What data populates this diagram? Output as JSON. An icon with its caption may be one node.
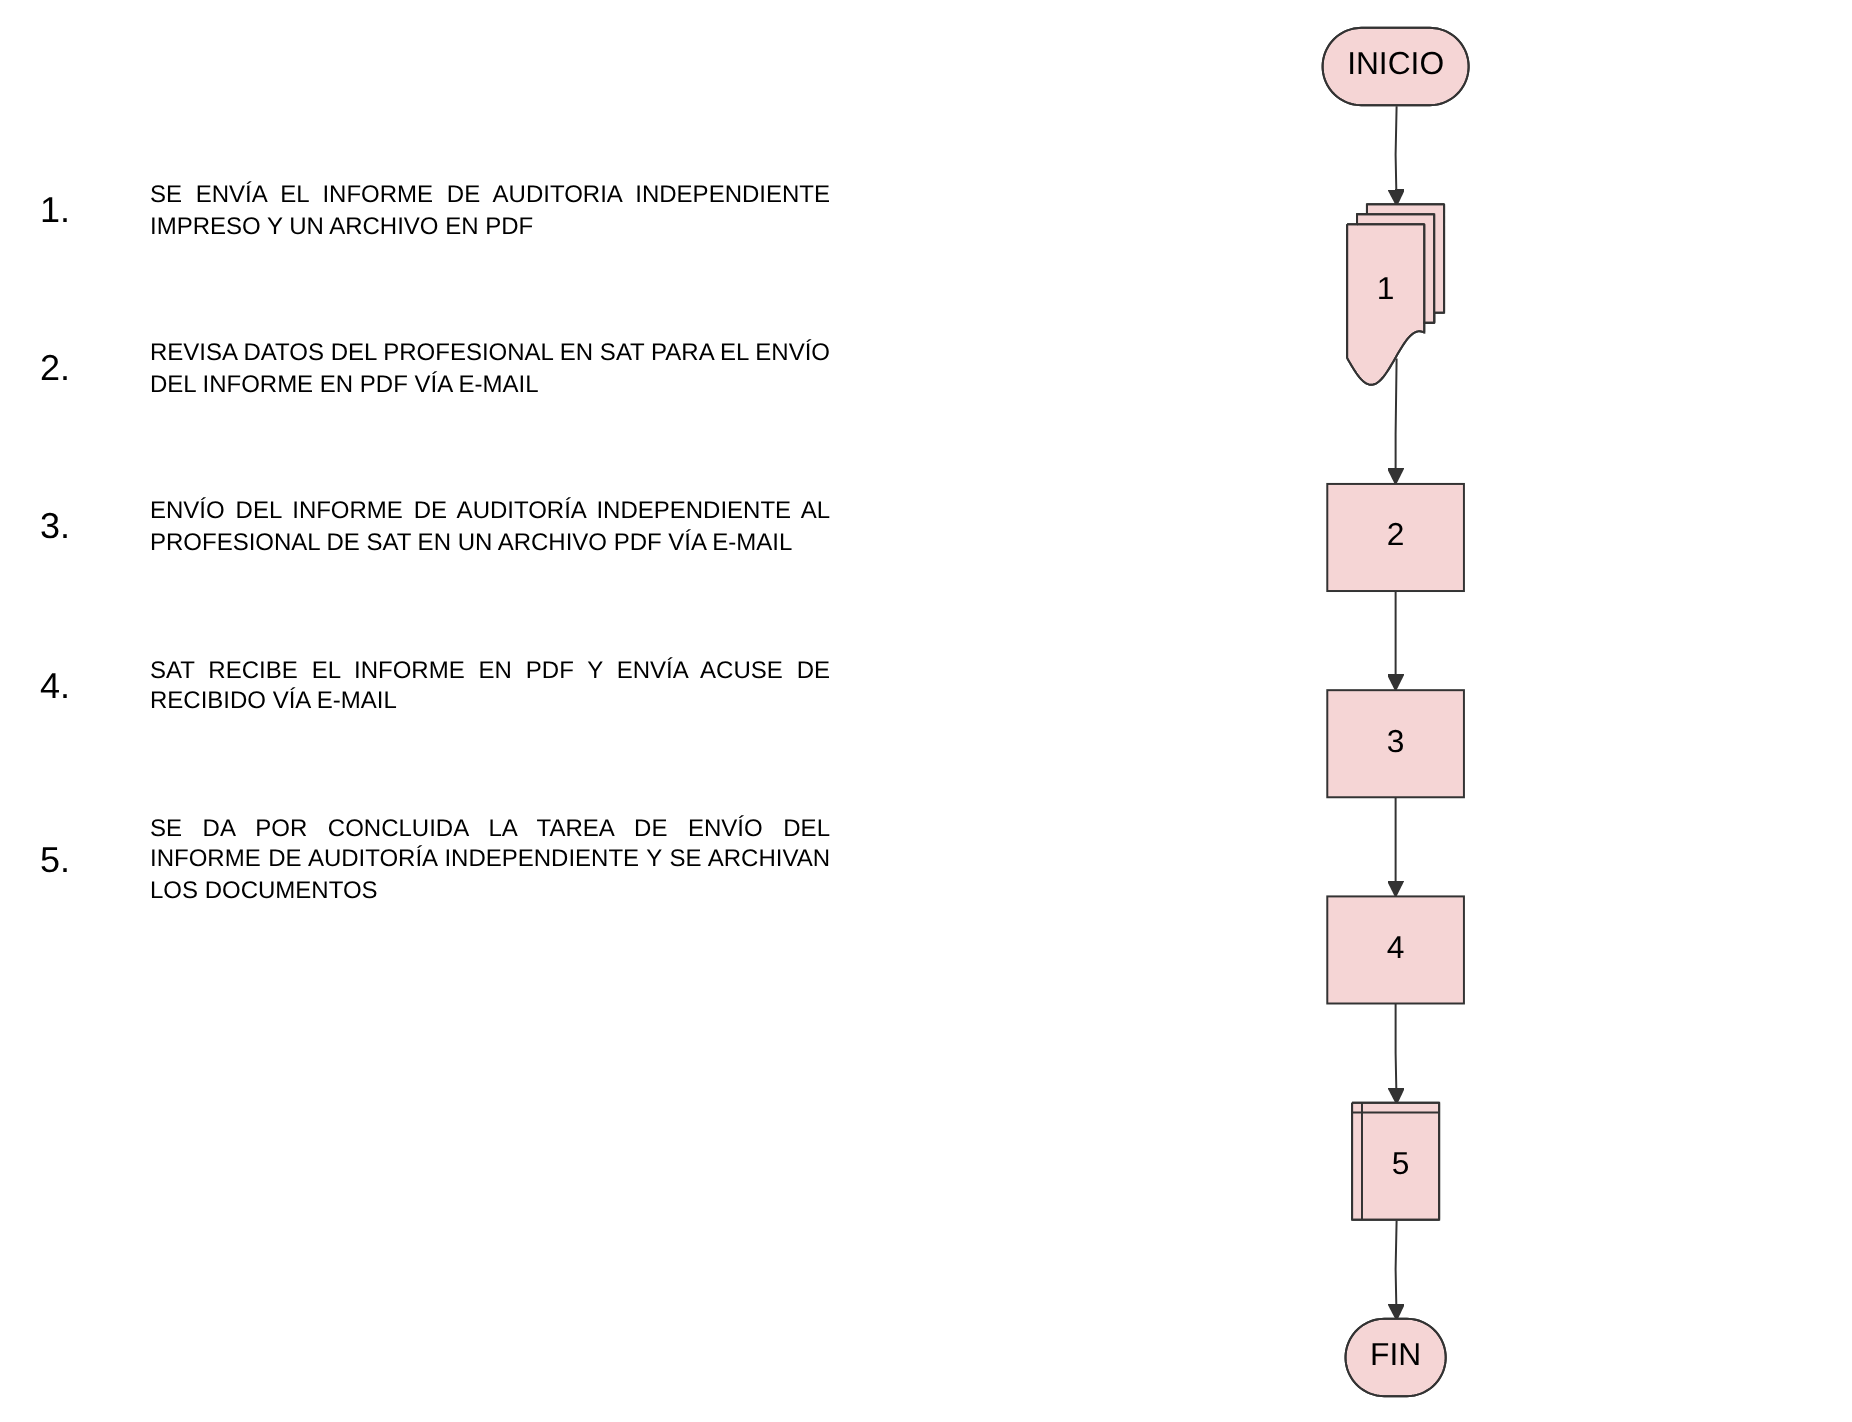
{
  "diagram": {
    "nodes": [
      {
        "text": [
          "INICIO"
        ]
      },
      {
        "text": [
          "1"
        ]
      },
      {
        "text": [
          "2"
        ]
      },
      {
        "text": [
          "3"
        ]
      },
      {
        "text": [
          "4"
        ]
      },
      {
        "text": [
          "5"
        ]
      },
      {
        "text": [
          "FIN"
        ]
      }
    ],
    "edges": [
      {
        "from": 0,
        "to": 1,
        "arrow": "to"
      },
      {
        "from": 1,
        "to": 2,
        "arrow": "to"
      },
      {
        "from": 2,
        "to": 3,
        "arrow": "to"
      },
      {
        "from": 3,
        "to": 4,
        "arrow": "to"
      },
      {
        "from": 4,
        "to": 5,
        "arrow": "to"
      },
      {
        "from": 5,
        "to": 6,
        "arrow": "to"
      }
    ],
    "labels": [
      "1.",
      "SE ENVÍA EL INFORME DE AUDITORIA INDEPENDIENTE IMPRESO Y UN ARCHIVO EN PDF",
      "2.",
      "REVISA DATOS DEL PROFESIONAL EN SAT PARA EL ENVÍO DEL INFORME EN PDF VÍA E-MAIL",
      "3.",
      "ENVÍO DEL INFORME DE AUDITORÍA INDEPENDIENTE AL PROFESIONAL DE SAT EN UN ARCHIVO PDF VÍA E-MAIL",
      "4.",
      "SAT RECIBE EL INFORME EN PDF Y ENVÍA ACUSE DE RECIBIDO VÍA E-MAIL",
      "5.",
      "SE DA POR CONCLUIDA LA TAREA DE ENVÍO DEL INFORME DE AUDITORÍA INDEPENDIENTE Y SE ARCHIVAN LOS DOCUMENTOS"
    ]
  }
}
